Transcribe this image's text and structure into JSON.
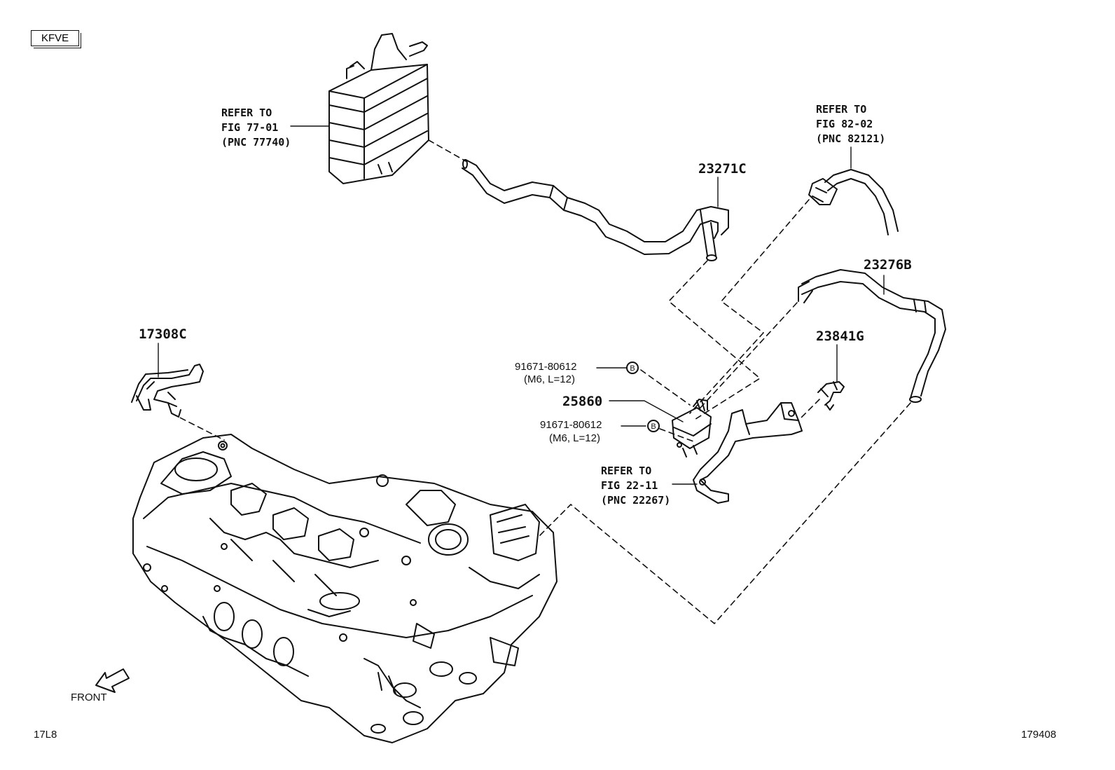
{
  "engine_code": "KFVE",
  "refer_canister": {
    "l1": "REFER TO",
    "l2": "FIG 77-01",
    "l3": "(PNC 77740)"
  },
  "refer_hose": {
    "l1": "REFER TO",
    "l2": "FIG 82-02",
    "l3": "(PNC 82121)"
  },
  "refer_bracket": {
    "l1": "REFER TO",
    "l2": "FIG 22-11",
    "l3": "(PNC 22267)"
  },
  "parts": {
    "hose_upper": "23271C",
    "hose_right": "23276B",
    "clamp": "23841G",
    "vsv": "25860",
    "hose_left": "17308C",
    "bolt1": "91671-80612",
    "bolt1_spec": "(M6, L=12)",
    "bolt2": "91671-80612",
    "bolt2_spec": "(M6, L=12)"
  },
  "marker": "B",
  "front_label": "FRONT",
  "footer_left": "17L8",
  "footer_right": "179408"
}
